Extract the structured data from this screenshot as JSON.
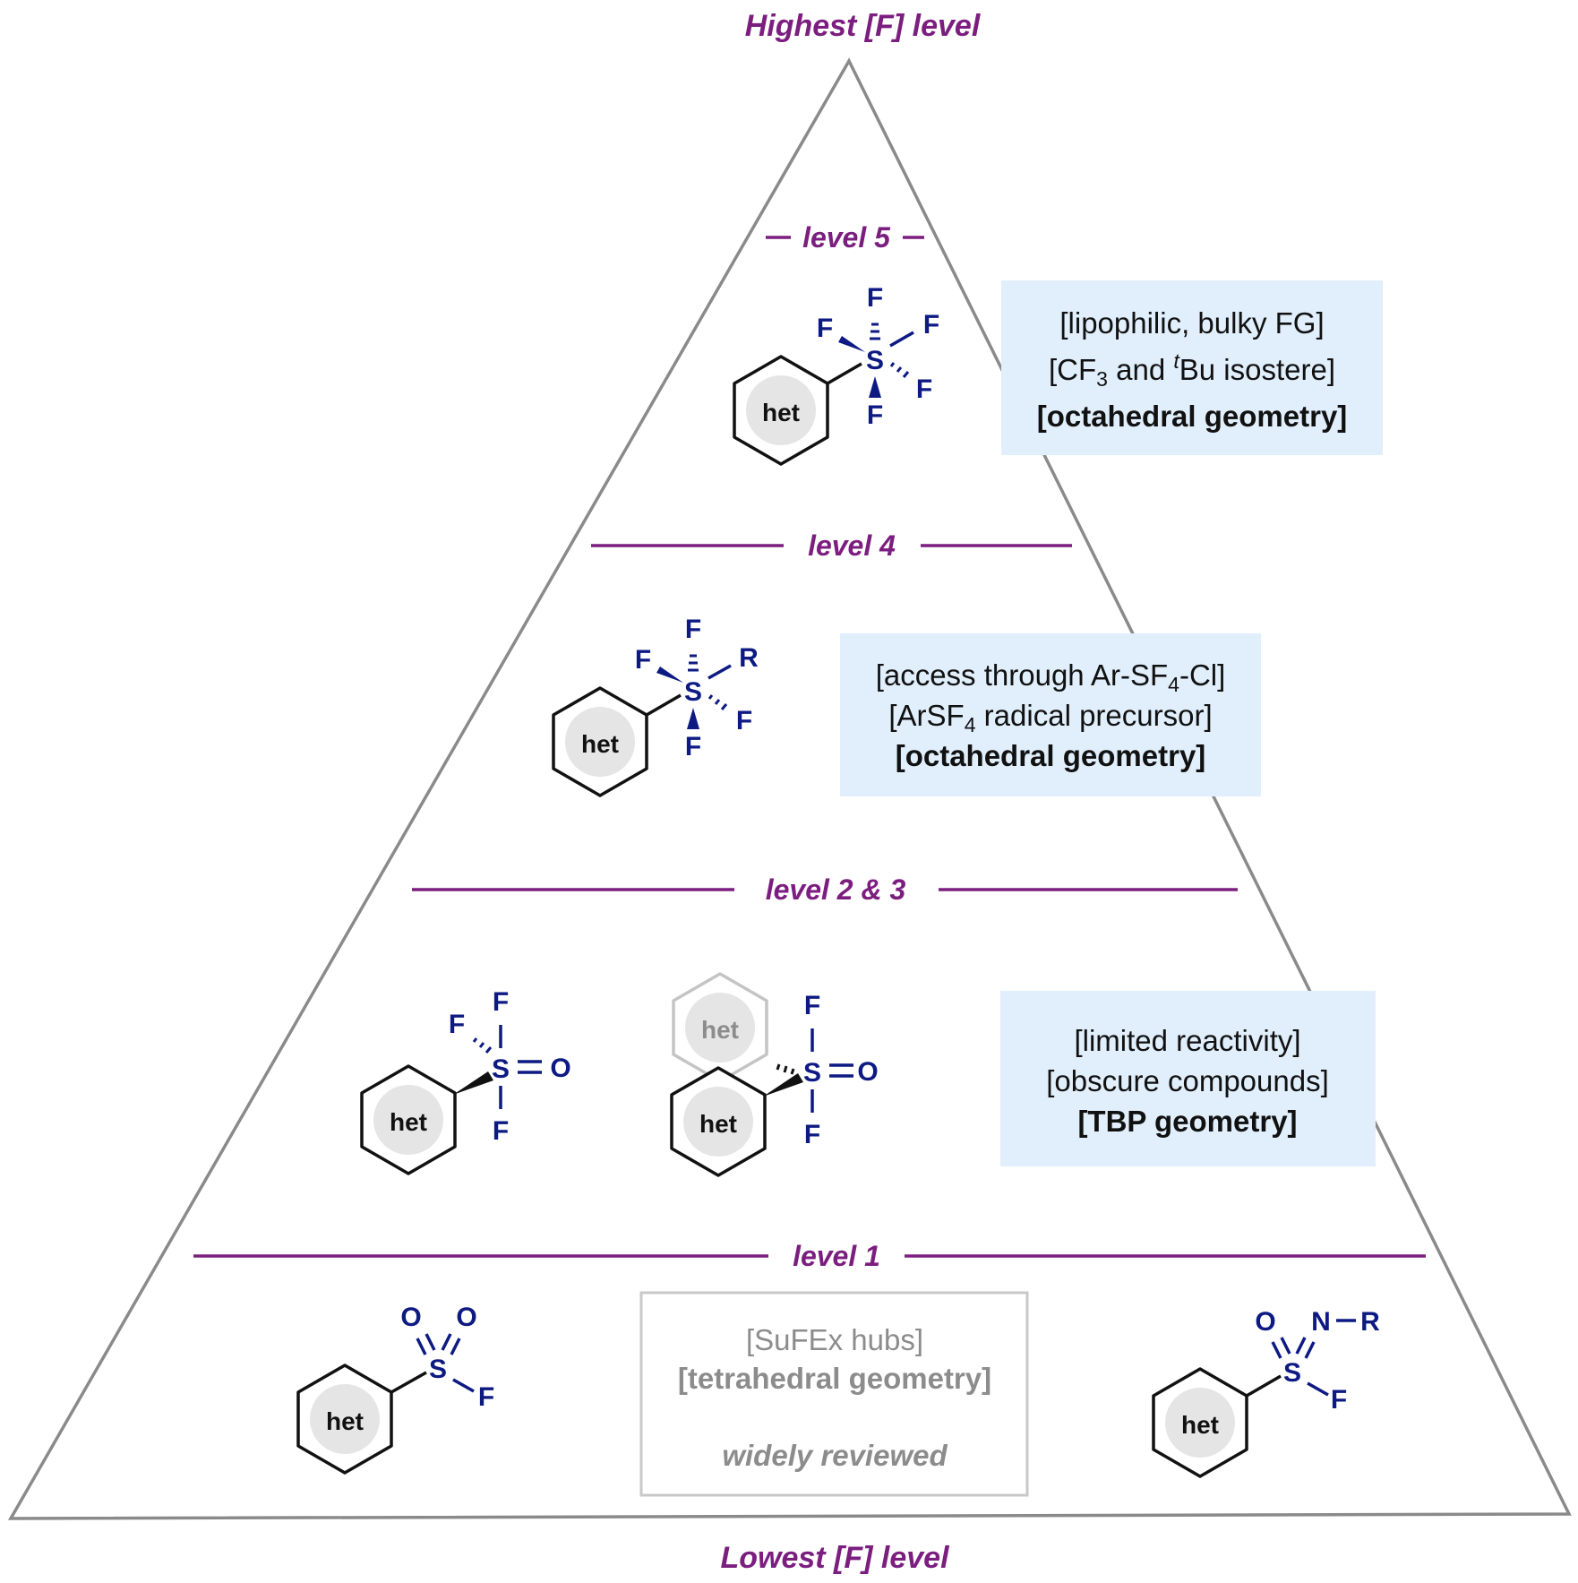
{
  "colors": {
    "level_purple": "#7B1E7F",
    "atom_blue": "#0D1A82",
    "box_fill": "#E1EFFC",
    "pyramid_outline": "#8A8A8A",
    "ring_fill": "#E5E5E5",
    "grey_text": "#8C8C8C"
  },
  "pyramid": {
    "top_label": "Highest [F] level",
    "bottom_label": "Lowest [F] level"
  },
  "levels": {
    "level5": "level 5",
    "level4": "level 4",
    "level23": "level 2 & 3",
    "level1": "level 1"
  },
  "ring_label": "het",
  "atoms": {
    "S": "S",
    "F": "F",
    "O": "O",
    "R": "R",
    "N": "N",
    "dash": "–"
  },
  "boxes": {
    "level5": {
      "line1": "[lipophilic, bulky FG]",
      "line2_a": "[CF",
      "line2_sub": "3",
      "line2_b": " and ",
      "line2_sup": "t",
      "line2_c": "Bu isostere]",
      "line3": "[octahedral geometry]"
    },
    "level4": {
      "line1_a": "[access through Ar-SF",
      "line1_sub": "4",
      "line1_b": "-Cl]",
      "line2_a": "[ArSF",
      "line2_sub": "4",
      "line2_b": " radical precursor]",
      "line3": "[octahedral geometry]"
    },
    "level23": {
      "line1": "[limited reactivity]",
      "line2": "[obscure compounds]",
      "line3": "[TBP geometry]"
    },
    "level1": {
      "line1": "[SuFEx hubs]",
      "line2": "[tetrahedral geometry]",
      "line3": "widely reviewed"
    }
  }
}
